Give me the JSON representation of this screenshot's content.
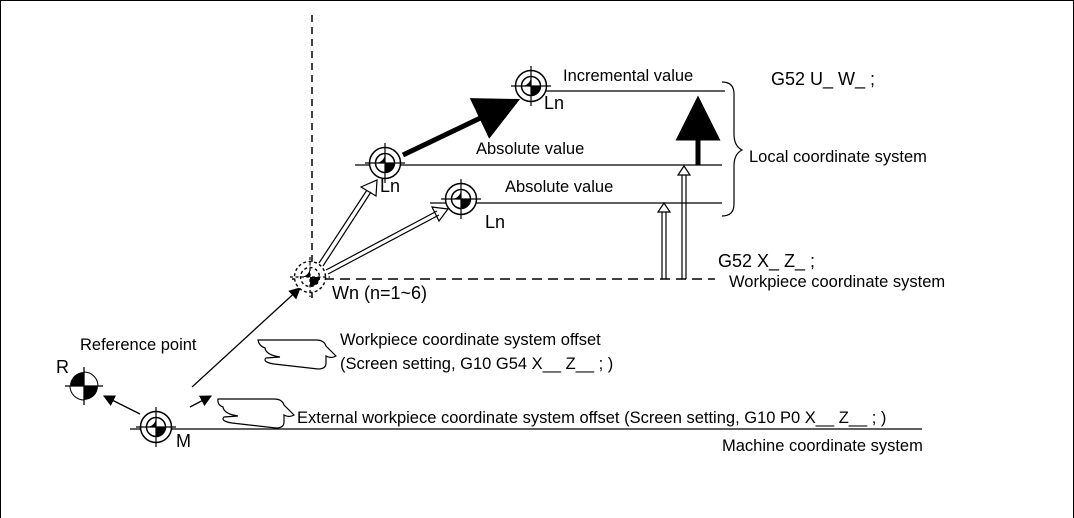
{
  "labels": {
    "incremental": "Incremental value",
    "absolute_upper": "Absolute value",
    "absolute_lower": "Absolute value",
    "local_cs": "Local coordinate system",
    "workpiece_cs": "Workpiece coordinate system",
    "machine_cs": "Machine coordinate system",
    "reference_point": "Reference point",
    "wpc_offset": "Workpiece coordinate system offset",
    "wpc_offset_detail": "(Screen setting, G10 G54 X__ Z__ ; )",
    "ext_offset": "External workpiece coordinate system offset (Screen setting, G10 P0 X__ Z__ ; )",
    "wn": "Wn (n=1~6)",
    "ln_top": "Ln",
    "ln_mid": "Ln",
    "ln_low": "Ln",
    "r": "R",
    "m": "M"
  },
  "codes": {
    "g52_uw": "G52 U_ W_ ;",
    "g52_xz": "G52 X_ Z_ ;"
  }
}
